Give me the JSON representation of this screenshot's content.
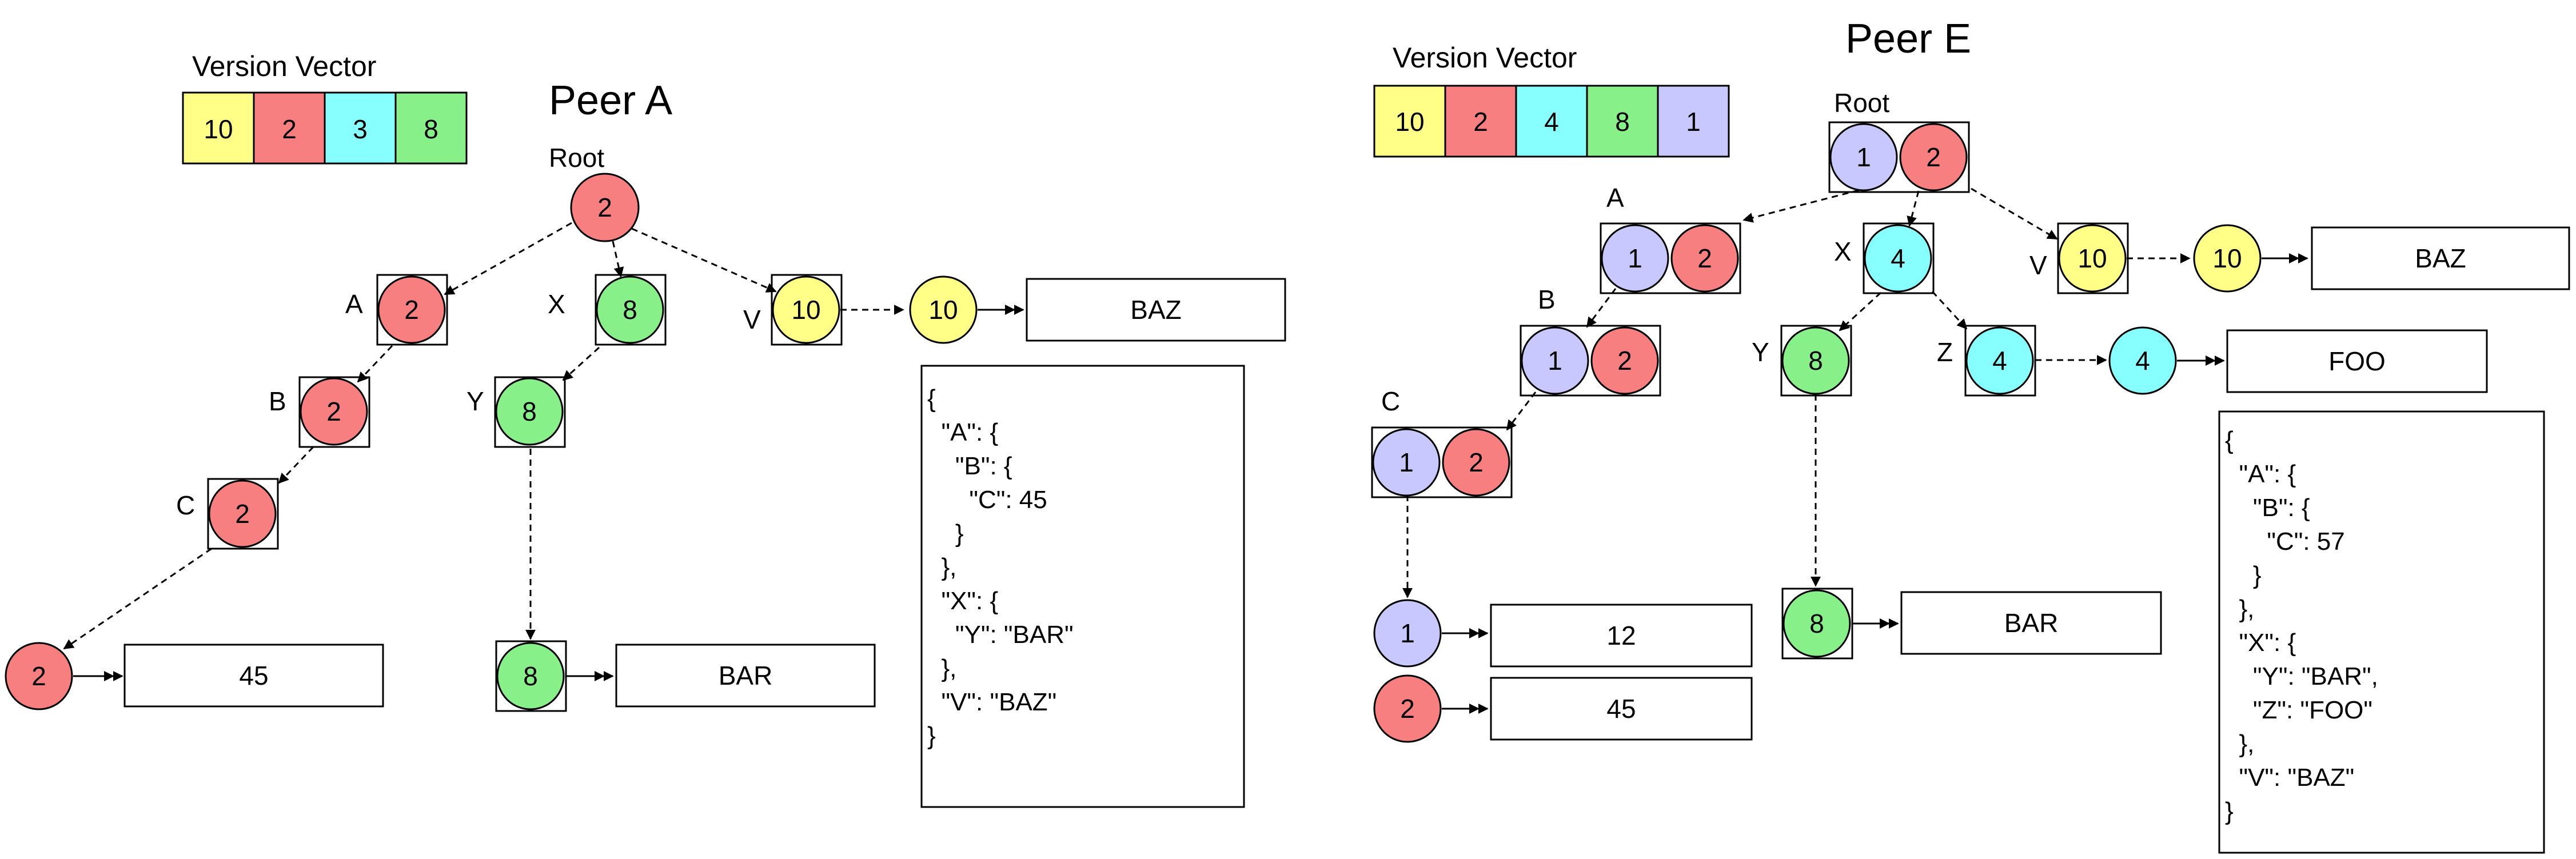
{
  "colors": {
    "yellow": "#ffff88",
    "red": "#f77f7f",
    "cyan": "#88ffff",
    "green": "#88f088",
    "purple": "#c8c8ff"
  },
  "peer_a": {
    "title": "Peer A",
    "version_vector_label": "Version Vector",
    "version_vector": [
      {
        "value": "10",
        "color": "#ffff88"
      },
      {
        "value": "2",
        "color": "#f77f7f"
      },
      {
        "value": "3",
        "color": "#88ffff"
      },
      {
        "value": "8",
        "color": "#88f088"
      }
    ],
    "root_label": "Root",
    "root_value": "2",
    "labels": {
      "a": "A",
      "b": "B",
      "c": "C",
      "x": "X",
      "y": "Y",
      "v": "V"
    },
    "nodes": {
      "a": "2",
      "b": "2",
      "c": "2",
      "x": "8",
      "y": "8",
      "v": "10",
      "v_next": "10",
      "c_leaf": "2",
      "y_leaf": "8"
    },
    "values": {
      "v": "BAZ",
      "c": "45",
      "y": "BAR"
    },
    "json": [
      "{",
      "  \"A\": {",
      "    \"B\": {",
      "      \"C\": 45",
      "    }",
      "  },",
      "  \"X\": {",
      "    \"Y\": \"BAR\"",
      "  },",
      "  \"V\": \"BAZ\"",
      "}"
    ]
  },
  "peer_e": {
    "title": "Peer E",
    "version_vector_label": "Version Vector",
    "version_vector": [
      {
        "value": "10",
        "color": "#ffff88"
      },
      {
        "value": "2",
        "color": "#f77f7f"
      },
      {
        "value": "4",
        "color": "#88ffff"
      },
      {
        "value": "8",
        "color": "#88f088"
      },
      {
        "value": "1",
        "color": "#c8c8ff"
      }
    ],
    "root_label": "Root",
    "root_values": [
      "1",
      "2"
    ],
    "labels": {
      "a": "A",
      "b": "B",
      "c": "C",
      "x": "X",
      "y": "Y",
      "z": "Z",
      "v": "V"
    },
    "nodes": {
      "a": [
        "1",
        "2"
      ],
      "b": [
        "1",
        "2"
      ],
      "c": [
        "1",
        "2"
      ],
      "x": "4",
      "y": "8",
      "z": "4",
      "v": "10",
      "v_next": "10",
      "z_next": "4",
      "y_leaf": "8",
      "c_leaf_1": "1",
      "c_leaf_2": "2"
    },
    "values": {
      "v": "BAZ",
      "z": "FOO",
      "y": "BAR",
      "c_1": "12",
      "c_2": "45"
    },
    "json": [
      "{",
      "  \"A\": {",
      "    \"B\": {",
      "      \"C\": 57",
      "    }",
      "  },",
      "  \"X\": {",
      "    \"Y\": \"BAR\",",
      "    \"Z\": \"FOO\"",
      "  },",
      "  \"V\": \"BAZ\"",
      "}"
    ]
  }
}
